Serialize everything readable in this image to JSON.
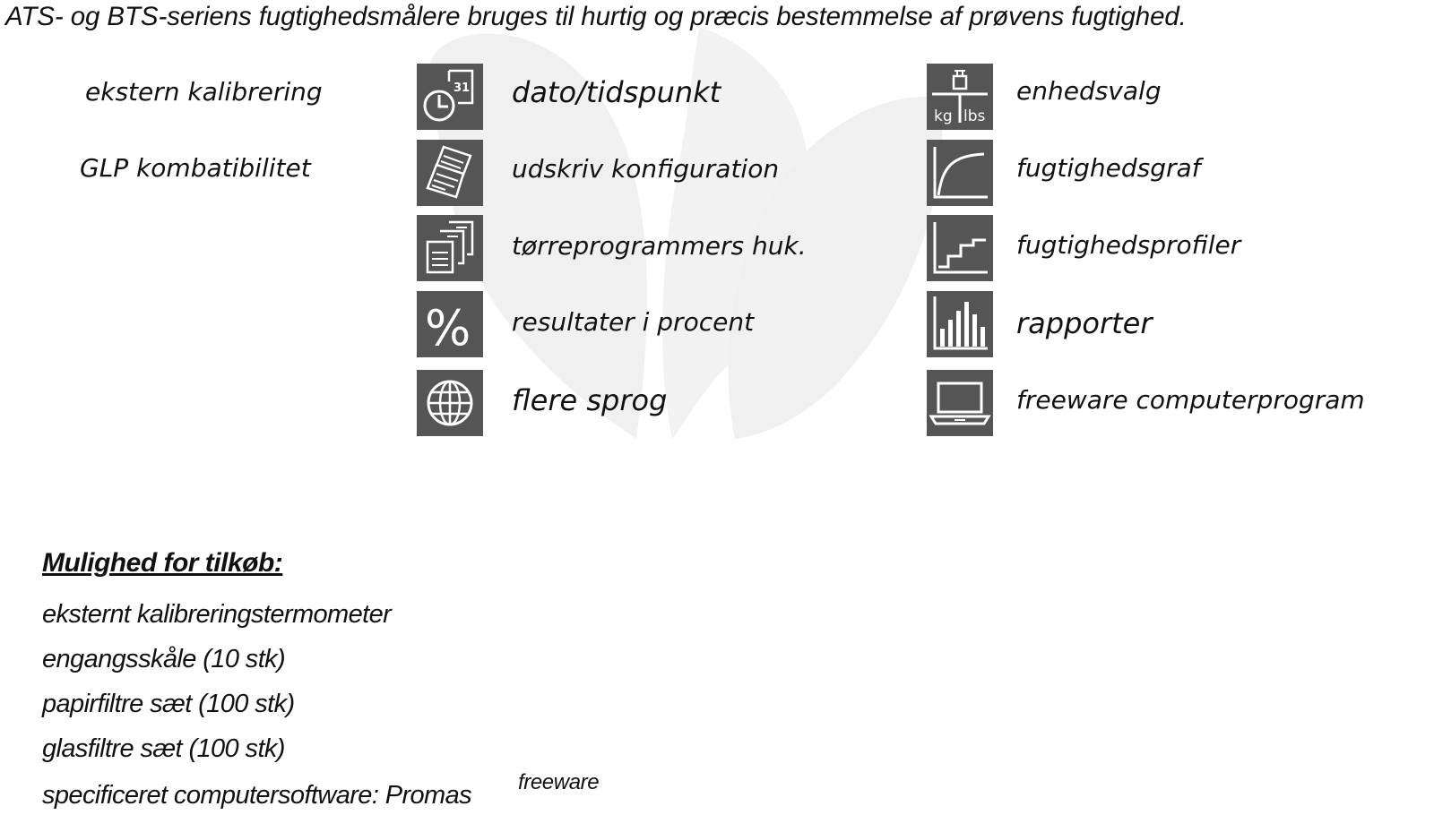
{
  "headline": "ATS- og BTS-seriens fugtighedsmålere bruges til hurtig og præcis bestemmelse af prøvens fugtighed.",
  "left_features": [
    {
      "label": "ekstern kalibrering"
    },
    {
      "label": "GLP kombatibilitet"
    }
  ],
  "middle_features": [
    {
      "label": "dato/tidspunkt",
      "icon": "calendar-clock-icon"
    },
    {
      "label": "udskriv konfiguration",
      "icon": "printout-icon"
    },
    {
      "label": "tørreprogrammers huk.",
      "icon": "stacked-documents-icon"
    },
    {
      "label": "resultater i procent",
      "icon": "percent-icon"
    },
    {
      "label": "flere sprog",
      "icon": "globe-icon"
    }
  ],
  "right_features": [
    {
      "label": "enhedsvalg",
      "icon": "weight-kg-lbs-icon",
      "icon_text_left": "kg",
      "icon_text_right": "lbs"
    },
    {
      "label": "fugtighedsgraf",
      "icon": "drying-curve-icon"
    },
    {
      "label": "fugtighedsprofiler",
      "icon": "step-profile-icon"
    },
    {
      "label": "rapporter",
      "icon": "bar-chart-icon"
    },
    {
      "label": "freeware computerprogram",
      "icon": "laptop-icon"
    }
  ],
  "calendar_day": "31",
  "purchase": {
    "title": "Mulighed for tilkøb:",
    "items": [
      "eksternt kalibreringstermometer",
      "engangsskåle (10 stk)",
      "papirfiltre sæt (100 stk)",
      "glasfiltre sæt (100 stk)",
      "specificeret computersoftware: Promas"
    ],
    "superscript": "freeware"
  },
  "colors": {
    "icon_background": "#555555",
    "icon_foreground": "#ffffff",
    "watermark": "#f0f0f0",
    "text": "#111111"
  }
}
